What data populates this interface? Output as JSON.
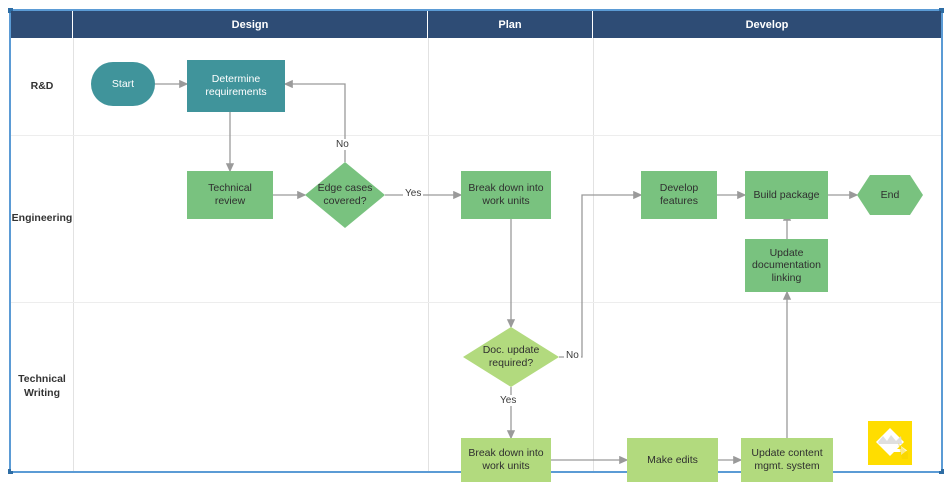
{
  "diagram": {
    "title": "Swimlane flowchart",
    "colors": {
      "header_bg": "#2e4c75",
      "lane_rnd": "#40949b",
      "lane_engineering": "#79c27f",
      "lane_techwriting": "#b2da7e",
      "connector": "#9a9a9a",
      "selection": "#5b9bd5",
      "watermark": "#ffdd00"
    },
    "columns": [
      {
        "id": "labels",
        "label": ""
      },
      {
        "id": "design",
        "label": "Design"
      },
      {
        "id": "plan",
        "label": "Plan"
      },
      {
        "id": "develop",
        "label": "Develop"
      }
    ],
    "lanes": [
      {
        "id": "rnd",
        "label": "R&D"
      },
      {
        "id": "engineering",
        "label": "Engineering"
      },
      {
        "id": "techwriting",
        "label": "Technical\nWriting"
      }
    ],
    "nodes": [
      {
        "id": "start",
        "label": "Start",
        "shape": "terminator",
        "lane": "rnd",
        "column": "design"
      },
      {
        "id": "determine",
        "label": "Determine\nrequirements",
        "shape": "process",
        "lane": "rnd",
        "column": "design"
      },
      {
        "id": "techreview",
        "label": "Technical\nreview",
        "shape": "process",
        "lane": "engineering",
        "column": "design"
      },
      {
        "id": "edgecases",
        "label": "Edge cases\ncovered?",
        "shape": "decision",
        "lane": "engineering",
        "column": "design"
      },
      {
        "id": "breakdown1",
        "label": "Break down into\nwork units",
        "shape": "process",
        "lane": "engineering",
        "column": "plan"
      },
      {
        "id": "developfeat",
        "label": "Develop\nfeatures",
        "shape": "process",
        "lane": "engineering",
        "column": "develop"
      },
      {
        "id": "buildpkg",
        "label": "Build package",
        "shape": "process",
        "lane": "engineering",
        "column": "develop"
      },
      {
        "id": "end",
        "label": "End",
        "shape": "hexagon",
        "lane": "engineering",
        "column": "develop"
      },
      {
        "id": "updatedoclink",
        "label": "Update\ndocumentation\nlinking",
        "shape": "process",
        "lane": "engineering",
        "column": "develop"
      },
      {
        "id": "docupdate",
        "label": "Doc. update\nrequired?",
        "shape": "decision",
        "lane": "techwriting",
        "column": "plan"
      },
      {
        "id": "breakdown2",
        "label": "Break down into\nwork units",
        "shape": "process",
        "lane": "techwriting",
        "column": "plan"
      },
      {
        "id": "makeedits",
        "label": "Make edits",
        "shape": "process",
        "lane": "techwriting",
        "column": "develop"
      },
      {
        "id": "updatecms",
        "label": "Update content\nmgmt. system",
        "shape": "process",
        "lane": "techwriting",
        "column": "develop"
      }
    ],
    "edges": [
      {
        "from": "start",
        "to": "determine",
        "label": ""
      },
      {
        "from": "determine",
        "to": "techreview",
        "label": ""
      },
      {
        "from": "techreview",
        "to": "edgecases",
        "label": ""
      },
      {
        "from": "edgecases",
        "to": "determine",
        "label": "No"
      },
      {
        "from": "edgecases",
        "to": "breakdown1",
        "label": "Yes"
      },
      {
        "from": "breakdown1",
        "to": "docupdate",
        "label": ""
      },
      {
        "from": "docupdate",
        "to": "developfeat",
        "label": "No"
      },
      {
        "from": "docupdate",
        "to": "breakdown2",
        "label": "Yes"
      },
      {
        "from": "developfeat",
        "to": "buildpkg",
        "label": ""
      },
      {
        "from": "buildpkg",
        "to": "end",
        "label": ""
      },
      {
        "from": "updatedoclink",
        "to": "buildpkg",
        "label": ""
      },
      {
        "from": "breakdown2",
        "to": "makeedits",
        "label": ""
      },
      {
        "from": "makeedits",
        "to": "updatecms",
        "label": ""
      },
      {
        "from": "updatecms",
        "to": "updatedoclink",
        "label": ""
      }
    ],
    "edge_labels": {
      "no1": "No",
      "yes1": "Yes",
      "no2": "No",
      "yes2": "Yes"
    },
    "watermark": {
      "name": "diagram-app-logo"
    }
  }
}
